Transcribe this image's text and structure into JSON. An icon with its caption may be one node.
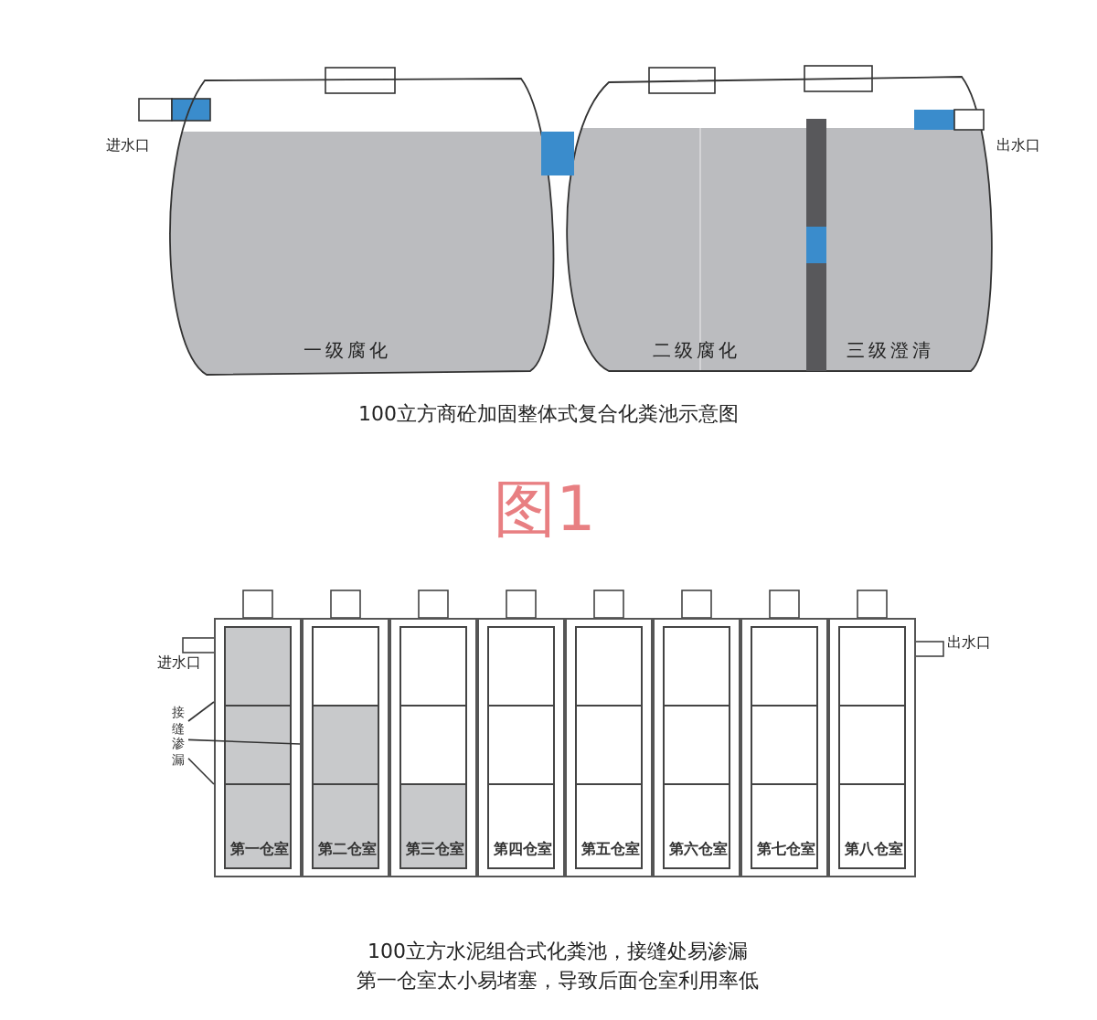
{
  "diagram": {
    "nodes": [
      {
        "text": [
          "一级腐化"
        ]
      },
      {
        "text": [
          "二级腐化",
          "三级澄清"
        ]
      },
      {
        "text": [
          "第一仓室"
        ]
      },
      {
        "text": [
          "第二仓室"
        ]
      },
      {
        "text": [
          "第三仓室"
        ]
      },
      {
        "text": [
          "第四仓室"
        ]
      },
      {
        "text": [
          "第五仓室"
        ]
      },
      {
        "text": [
          "第六仓室"
        ]
      },
      {
        "text": [
          "第七仓室"
        ]
      },
      {
        "text": [
          "第八仓室"
        ]
      },
      {
        "text": [
          "接缝渗漏"
        ]
      }
    ],
    "edges": [
      {
        "from": 10,
        "to": 2,
        "arrow": "none"
      },
      {
        "from": 10,
        "to": 2,
        "arrow": "none"
      },
      {
        "from": 10,
        "to": 2,
        "arrow": "none"
      }
    ],
    "labels": [
      "进水口",
      "出水口",
      "100立方商砼加固整体式复合化粪池示意图",
      "图1",
      "进水口",
      "出水口",
      "100立方水泥组合式化粪池，接缝处易渗漏",
      "第一仓室太小易堵塞，导致后面仓室利用率低"
    ]
  }
}
